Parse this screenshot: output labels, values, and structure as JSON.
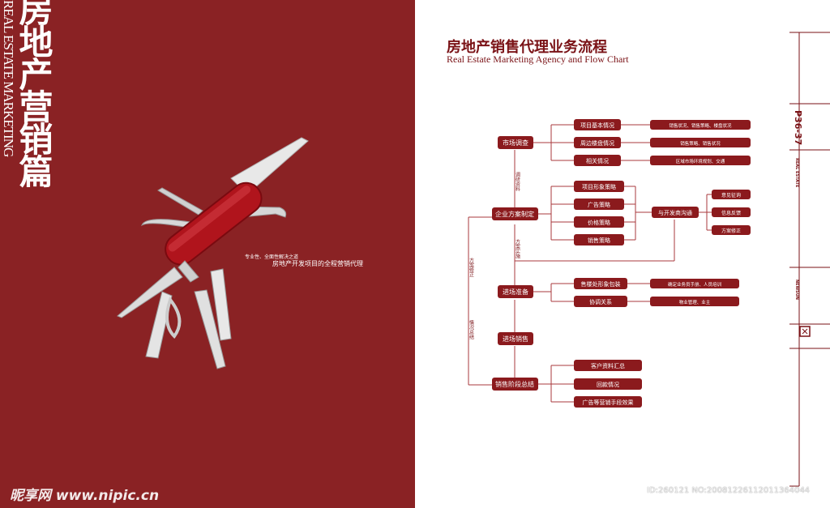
{
  "left_page": {
    "vertical_cn": "房地产营销篇",
    "vertical_en": "REAL ESTATE MARKETING",
    "tagline_small": "专业性、全面性解决之道",
    "tagline_main": "房地产开发项目的全程营销代理",
    "watermark": "昵享网 www.nipic.cn"
  },
  "right_page": {
    "title_cn": "房地产销售代理业务流程",
    "title_en": "Real Estate Marketing Agency and Flow Chart",
    "page_number": "P36-37",
    "side_texts": [
      "REAL ESTATE",
      "NEWSUN"
    ],
    "watermark": "ID:260121 NO:20081226112011364044"
  },
  "flow": {
    "main_steps": [
      "市场调查",
      "企业方案制定",
      "进场准备",
      "进场销售",
      "销售阶段总结"
    ],
    "side_labels": [
      "调研资料",
      "方案实施",
      "方案修正",
      "情况总结"
    ],
    "research_items": [
      "项目基本情况",
      "周边楼盘情况",
      "相关情况"
    ],
    "research_details": [
      "销售状况、销售策略、楼盘状况",
      "销售策略、销售状况",
      "区域市场环境规划、交通"
    ],
    "plan_items": [
      "项目形象策略",
      "广告策略",
      "价格策略",
      "销售策略"
    ],
    "developer_comm": "与开发商沟通",
    "developer_results": [
      "意见征询",
      "信息反馈",
      "方案修正"
    ],
    "prep_items": [
      "售楼处形象包装",
      "协调关系"
    ],
    "prep_details": [
      "确定业务员手册、人员培训",
      "物业管理、业主"
    ],
    "summary_items": [
      "客户资料汇总",
      "回款情况",
      "广告等营销手段效果"
    ]
  },
  "colors": {
    "left_bg": "#8a2224",
    "box_fill": "#8b1a1d",
    "line": "#a83a3c",
    "title": "#7a1216"
  }
}
